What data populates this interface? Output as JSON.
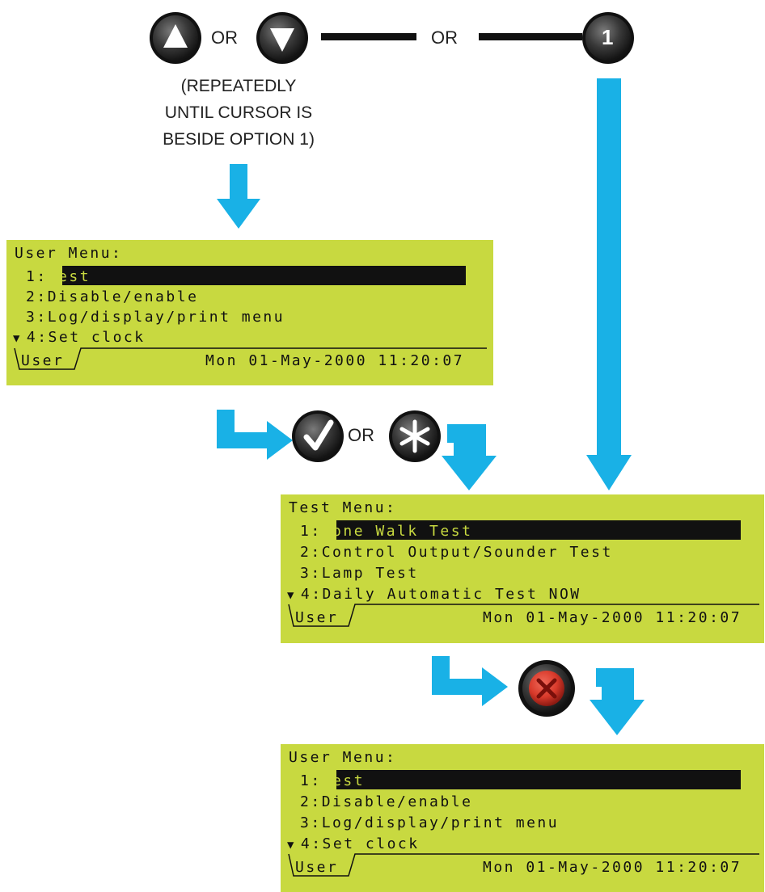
{
  "top": {
    "or_between_arrows": "OR",
    "or_middle": "OR",
    "note_lines": [
      "(REPEATEDLY",
      "UNTIL CURSOR IS",
      "BESIDE OPTION 1)"
    ],
    "one_key_label": "1"
  },
  "mid": {
    "or_label": "OR"
  },
  "screens": [
    {
      "title": "User Menu:",
      "items": [
        {
          "num": "1:",
          "label": "Test"
        },
        {
          "num": "2:",
          "label": "Disable/enable"
        },
        {
          "num": "3:",
          "label": "Log/display/print menu"
        },
        {
          "num": "4:",
          "label": "Set clock"
        }
      ],
      "tab": "User",
      "datetime": "Mon 01-May-2000 11:20:07"
    },
    {
      "title": "Test Menu:",
      "items": [
        {
          "num": "1:",
          "label": "Zone Walk Test"
        },
        {
          "num": "2:",
          "label": "Control Output/Sounder Test"
        },
        {
          "num": "3:",
          "label": "Lamp Test"
        },
        {
          "num": "4:",
          "label": "Daily Automatic Test NOW"
        }
      ],
      "tab": "User",
      "datetime": "Mon 01-May-2000 11:20:07"
    },
    {
      "title": "User Menu:",
      "items": [
        {
          "num": "1:",
          "label": "Test"
        },
        {
          "num": "2:",
          "label": "Disable/enable"
        },
        {
          "num": "3:",
          "label": "Log/display/print menu"
        },
        {
          "num": "4:",
          "label": "Set clock"
        }
      ],
      "tab": "User",
      "datetime": "Mon 01-May-2000 11:20:07"
    }
  ],
  "colors": {
    "lcd_background": "#c8d940",
    "flow_arrow": "#19b1e6",
    "button_dark": "#2a2a2a",
    "cancel_button": "#d93a2b"
  }
}
